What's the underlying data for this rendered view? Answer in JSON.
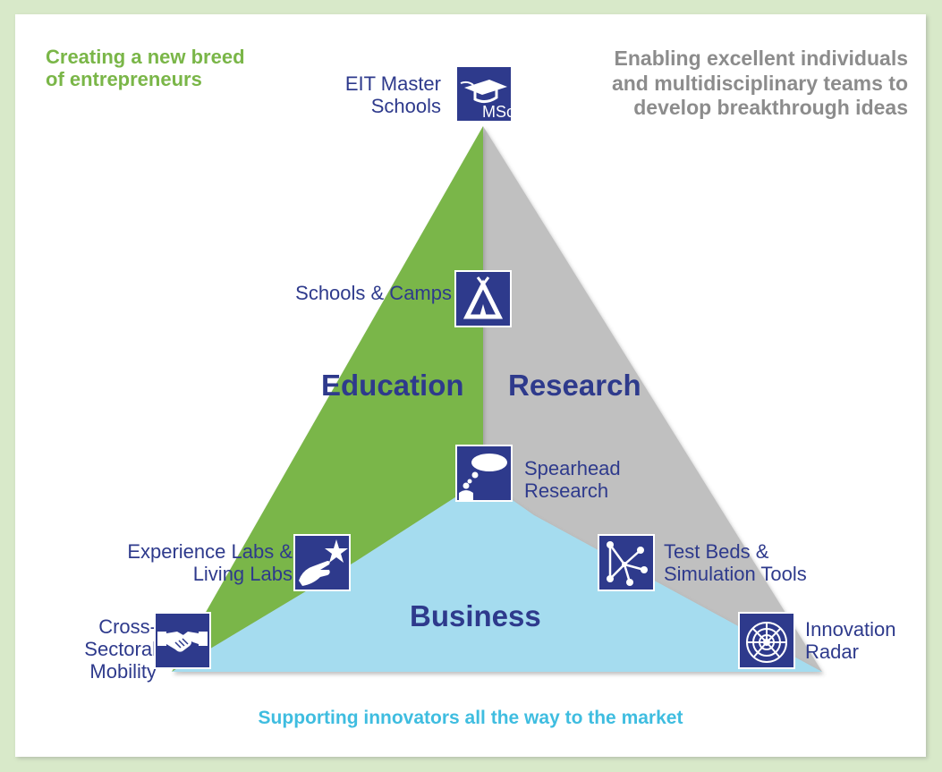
{
  "captions": {
    "education": [
      "Creating a new breed",
      "of entrepreneurs"
    ],
    "research": [
      "Enabling excellent individuals",
      "and multidisciplinary teams to",
      "develop breakthrough ideas"
    ],
    "business": "Supporting innovators all the way to the market"
  },
  "zones": {
    "education": "Education",
    "research": "Research",
    "business": "Business"
  },
  "items": {
    "master_schools": [
      "EIT Master",
      "Schools"
    ],
    "master_schools_badge": "MSc",
    "schools_camps": "Schools & Camps",
    "spearhead": [
      "Spearhead",
      "Research"
    ],
    "experience_labs": [
      "Experience Labs &",
      "Living Labs"
    ],
    "test_beds": [
      "Test Beds &",
      "Simulation Tools"
    ],
    "cross_sectoral": [
      "Cross-",
      "Sectoral",
      "Mobility"
    ],
    "innovation_radar": [
      "Innovation",
      "Radar"
    ]
  },
  "colors": {
    "education": "#7ab648",
    "research": "#c0c0c0",
    "business": "#a5dcef",
    "icon_bg": "#2e3a8c",
    "frame": "#d8e9c9"
  },
  "icons": [
    "graduation-cap-icon",
    "tent-icon",
    "thought-bubble-icon",
    "hand-star-icon",
    "network-icon",
    "handshake-icon",
    "radar-icon"
  ]
}
